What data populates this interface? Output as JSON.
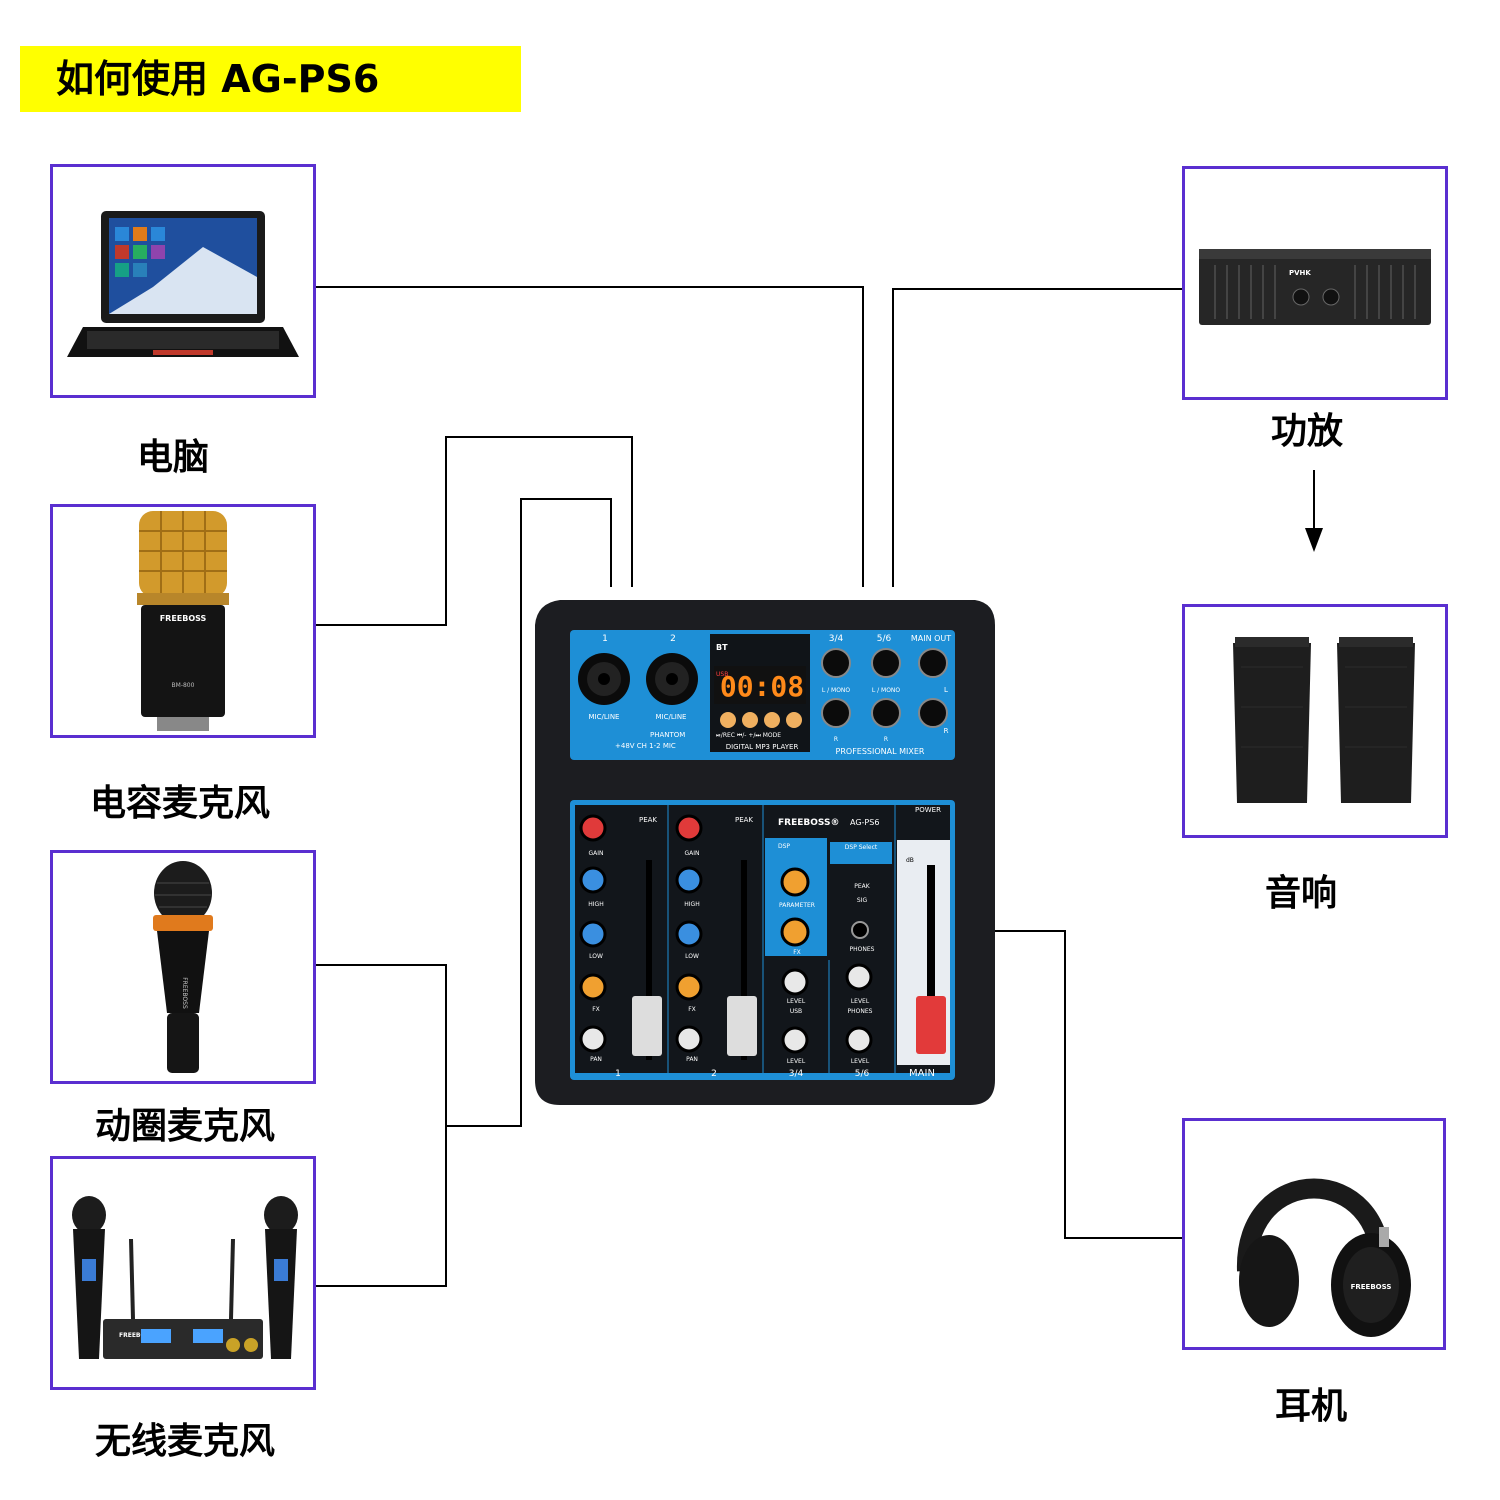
{
  "title": "如何使用 AG-PS6",
  "devices": [
    {
      "id": "computer",
      "label": "电脑"
    },
    {
      "id": "condenser-mic",
      "label": "电容麦克风"
    },
    {
      "id": "dynamic-mic",
      "label": "动圈麦克风"
    },
    {
      "id": "wireless-mic",
      "label": "无线麦克风"
    },
    {
      "id": "amplifier",
      "label": "功放"
    },
    {
      "id": "speakers",
      "label": "音响"
    },
    {
      "id": "headphones",
      "label": "耳机"
    }
  ],
  "product_text": {
    "condenser_mic_brand": "FREEBOSS",
    "condenser_mic_model": "BM-800",
    "dynamic_mic_brand": "FREEBOSS",
    "wireless_brand": "FREEBOSS",
    "amp_brand": "PVHK",
    "headphone_brand": "FREEBOSS"
  },
  "mixer": {
    "brand": "FREEBOSS®",
    "model": "AG-PS6",
    "ch1": "1",
    "ch2": "2",
    "ch34": "3/4",
    "ch56": "5/6",
    "main_out": "MAIN OUT",
    "mic_line": "MIC/LINE",
    "phantom": "PHANTOM",
    "phantom_sub": "+48V  CH 1-2 MIC",
    "bt": "BT",
    "usb_tag": "USB",
    "display_value": "00:08",
    "player_label": "DIGITAL MP3 PLAYER",
    "player_buttons": "⏯/REC  ⏮/-  +/⏭  MODE",
    "l_mono": "L / MONO",
    "r": "R",
    "l": "L",
    "professional_mixer": "PROFESSIONAL MIXER",
    "peak": "PEAK",
    "gain": "GAIN",
    "high": "HIGH",
    "low": "LOW",
    "fx": "FX",
    "pan": "PAN",
    "power": "POWER",
    "dsp": "DSP",
    "parameter": "PARAMETER",
    "dsp_select": "DSP Select",
    "sig": "SIG",
    "phones": "PHONES",
    "level": "LEVEL",
    "usb": "USB",
    "main": "MAIN",
    "db": "dB"
  },
  "colors": {
    "frame": "#5a2fd0",
    "banner": "#ffff00",
    "mixer_body": "#1c1d21",
    "mixer_panel": "#1e8fd6"
  }
}
